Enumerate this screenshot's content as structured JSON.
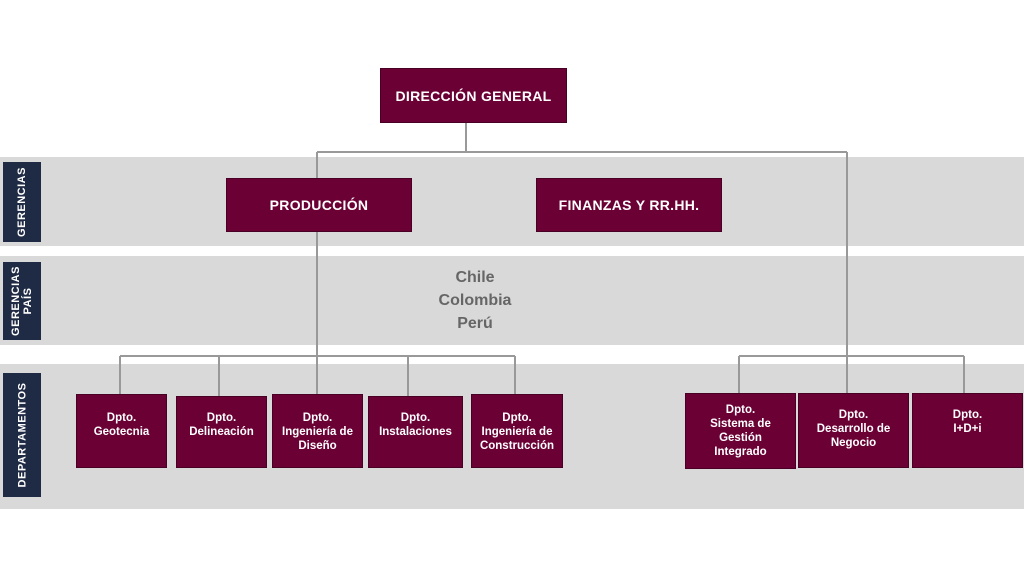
{
  "root": {
    "label": "DIRECCIÓN GENERAL"
  },
  "bands": {
    "gerencias": "GERENCIAS",
    "gerencias_pais": "GERENCIAS\nPAÍS",
    "departamentos": "DEPARTAMENTOS"
  },
  "gerencias": {
    "produccion": "PRODUCCIÓN",
    "finanzas": "FINANZAS Y RR.HH."
  },
  "paises": [
    "Chile",
    "Colombia",
    "Perú"
  ],
  "departamentos_produccion": [
    "Dpto.\nGeotecnia",
    "Dpto.\nDelineación",
    "Dpto.\nIngeniería de\nDiseño",
    "Dpto.\nInstalaciones",
    "Dpto.\nIngeniería de\nConstrucción"
  ],
  "departamentos_direccion": [
    "Dpto.\nSistema de\nGestión\nIntegrado",
    "Dpto.\nDesarrollo de\nNegocio",
    "Dpto.\nI+D+i"
  ],
  "colors": {
    "box": "#6b0035",
    "band": "#d9d9d9",
    "tab": "#1f2a44",
    "connector": "#999999"
  }
}
